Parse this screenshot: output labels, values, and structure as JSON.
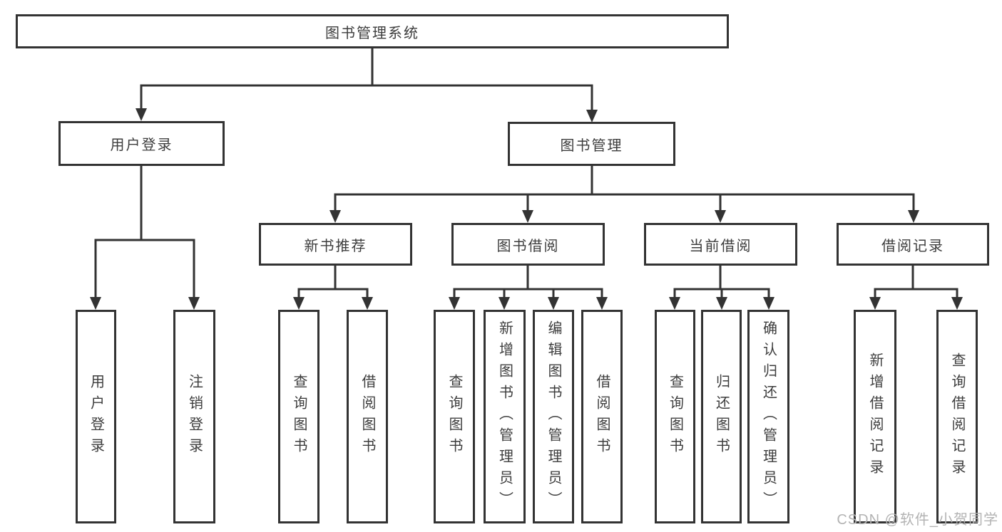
{
  "tree": {
    "root": {
      "label": "图书管理系统"
    },
    "branches": [
      {
        "label": "用户登录",
        "children": [
          {
            "label": "用户登录"
          },
          {
            "label": "注销登录"
          }
        ]
      },
      {
        "label": "图书管理",
        "children": [
          {
            "label": "新书推荐",
            "children": [
              {
                "label": "查询图书"
              },
              {
                "label": "借阅图书"
              }
            ]
          },
          {
            "label": "图书借阅",
            "children": [
              {
                "label": "查询图书"
              },
              {
                "label": "新增图书（管理员）"
              },
              {
                "label": "编辑图书（管理员）"
              },
              {
                "label": "借阅图书"
              }
            ]
          },
          {
            "label": "当前借阅",
            "children": [
              {
                "label": "查询图书"
              },
              {
                "label": "归还图书"
              },
              {
                "label": "确认归还（管理员）"
              }
            ]
          },
          {
            "label": "借阅记录",
            "children": [
              {
                "label": "新增借阅记录"
              },
              {
                "label": "查询借阅记录"
              }
            ]
          }
        ]
      }
    ]
  },
  "colors": {
    "line": "#333333",
    "border": "#333333",
    "text": "#3d3d3d",
    "watermark": "#b3b3b3"
  },
  "watermark": {
    "text": "CSDN @软件_小贺同学"
  }
}
